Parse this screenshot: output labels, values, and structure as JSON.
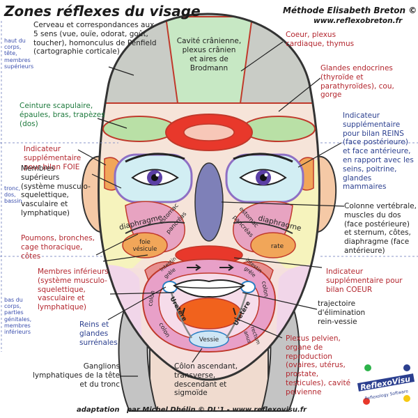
{
  "header": {
    "title": "Zones réflexes du visage",
    "method": "Méthode Elisabeth Breton ©",
    "website": "www.reflexobreton.fr"
  },
  "left_labels": {
    "brain": "Cerveau et correspondances aux 5 sens (vue, ouïe, odorat, goût, toucher), homonculus de Penfield (cartographie corticale)",
    "shoulders": "Ceinture scapulaire, épaules, bras, trapèzes (dos)",
    "liver": "Indicateur supplémentaire pour bilan FOIE",
    "upper_limbs": "Membres supérieurs (système musculo-squelettique, vasculaire et lymphatique)",
    "lungs": "Poumons, bronches, cage thoracique, côtes",
    "lower_limbs": "Membres inférieurs (système musculo-squelettique, vasculaire et lymphatique)",
    "kidneys": "Reins et glandes surrénales",
    "lymph": "Ganglions lymphatiques de la tête et du tronc"
  },
  "right_labels": {
    "heart": "Coeur, plexus cardiaque, thymus",
    "endocrine": "Glandes endocrines (thyroïde et parathyroïdes), cou, gorge",
    "kidneys_ind": "Indicateur supplémentaire pour bilan REINS (face postérieure) et face antérieure, en rapport avec les seins, poitrine, glandes mammaires",
    "spine": "Colonne vertébrale, muscles du dos (face postérieure) et sternum, côtes, diaphragme (face antérieure)",
    "heart_ind": "Indicateur supplémentaire pour bilan COEUR",
    "trajectory": "trajectoire d'élimination rein-vessie",
    "pelvic": "Plexus pelvien, organe de reproduction (ovaires, utérus, prostate, testicules), cavité pelvienne"
  },
  "bottom_labels": {
    "colon": "Côlon ascendant, transverse, descendant et sigmoïde",
    "credits": "adaptation   par Michel Dhélin © DL'1 - www.reflexovisu.fr"
  },
  "side_labels": {
    "upper": "haut du corps, tête, membres supérieurs",
    "middle": "tronc, dos, bassin",
    "lower": "bas du corps, parties génitales, membres inférieurs"
  },
  "face_labels": {
    "cranial": "Cavité crânienne, plexus crânien et aires de Brodmann",
    "diaphragm_l": "diaphragme",
    "diaphragm_r": "diaphragme",
    "stomach_pancreas_l": "estomac pancréas",
    "stomach_pancreas_r": "estomac pancréas",
    "liver_gall": "foie vésicule",
    "spleen": "rate",
    "small_int_l": "intestin grêle",
    "small_int_r": "intestin grêle",
    "colon_l": "colon",
    "colon_l2": "colon",
    "colon_r": "colon",
    "ureter_l": "Uretère",
    "ureter_r": "Uretère",
    "bladder": "Vessie",
    "rectum": "rectum anus"
  },
  "logo": {
    "name": "ReflexoVisu",
    "tagline": "Reflexology Software"
  },
  "colors": {
    "title": "#1a1a1a",
    "red_text": "#b3262e",
    "blue_text": "#2b3f8f",
    "side_text": "#3b4fae",
    "skin": "#f6e4d9",
    "brain_zone": "#c9ccc6",
    "forehead_band": "#d7ecc8",
    "heart_zone": "#e8382b",
    "eye_zone": "#d2eef3",
    "nose": "#7e80b8",
    "cheek_pink": "#e7a3c1",
    "orange_zone": "#f1a659",
    "mouth_ring": "#e8a0c8",
    "pelvic_zone": "#f1621d",
    "iris": "#5b3fa5"
  }
}
